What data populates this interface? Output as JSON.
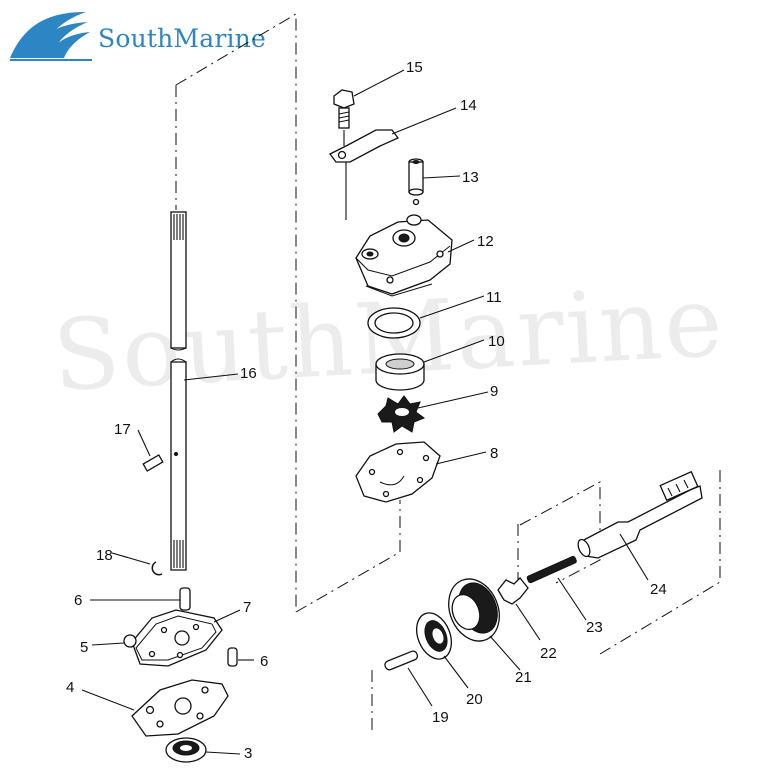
{
  "brand": {
    "name": "SouthMarine",
    "watermark": "SouthMarine",
    "color": "#2d86c4"
  },
  "callouts": [
    "15",
    "14",
    "13",
    "12",
    "11",
    "10",
    "9",
    "8",
    "16",
    "17",
    "18",
    "6",
    "7",
    "5",
    "6",
    "4",
    "3",
    "24",
    "23",
    "22",
    "21",
    "20",
    "19"
  ]
}
